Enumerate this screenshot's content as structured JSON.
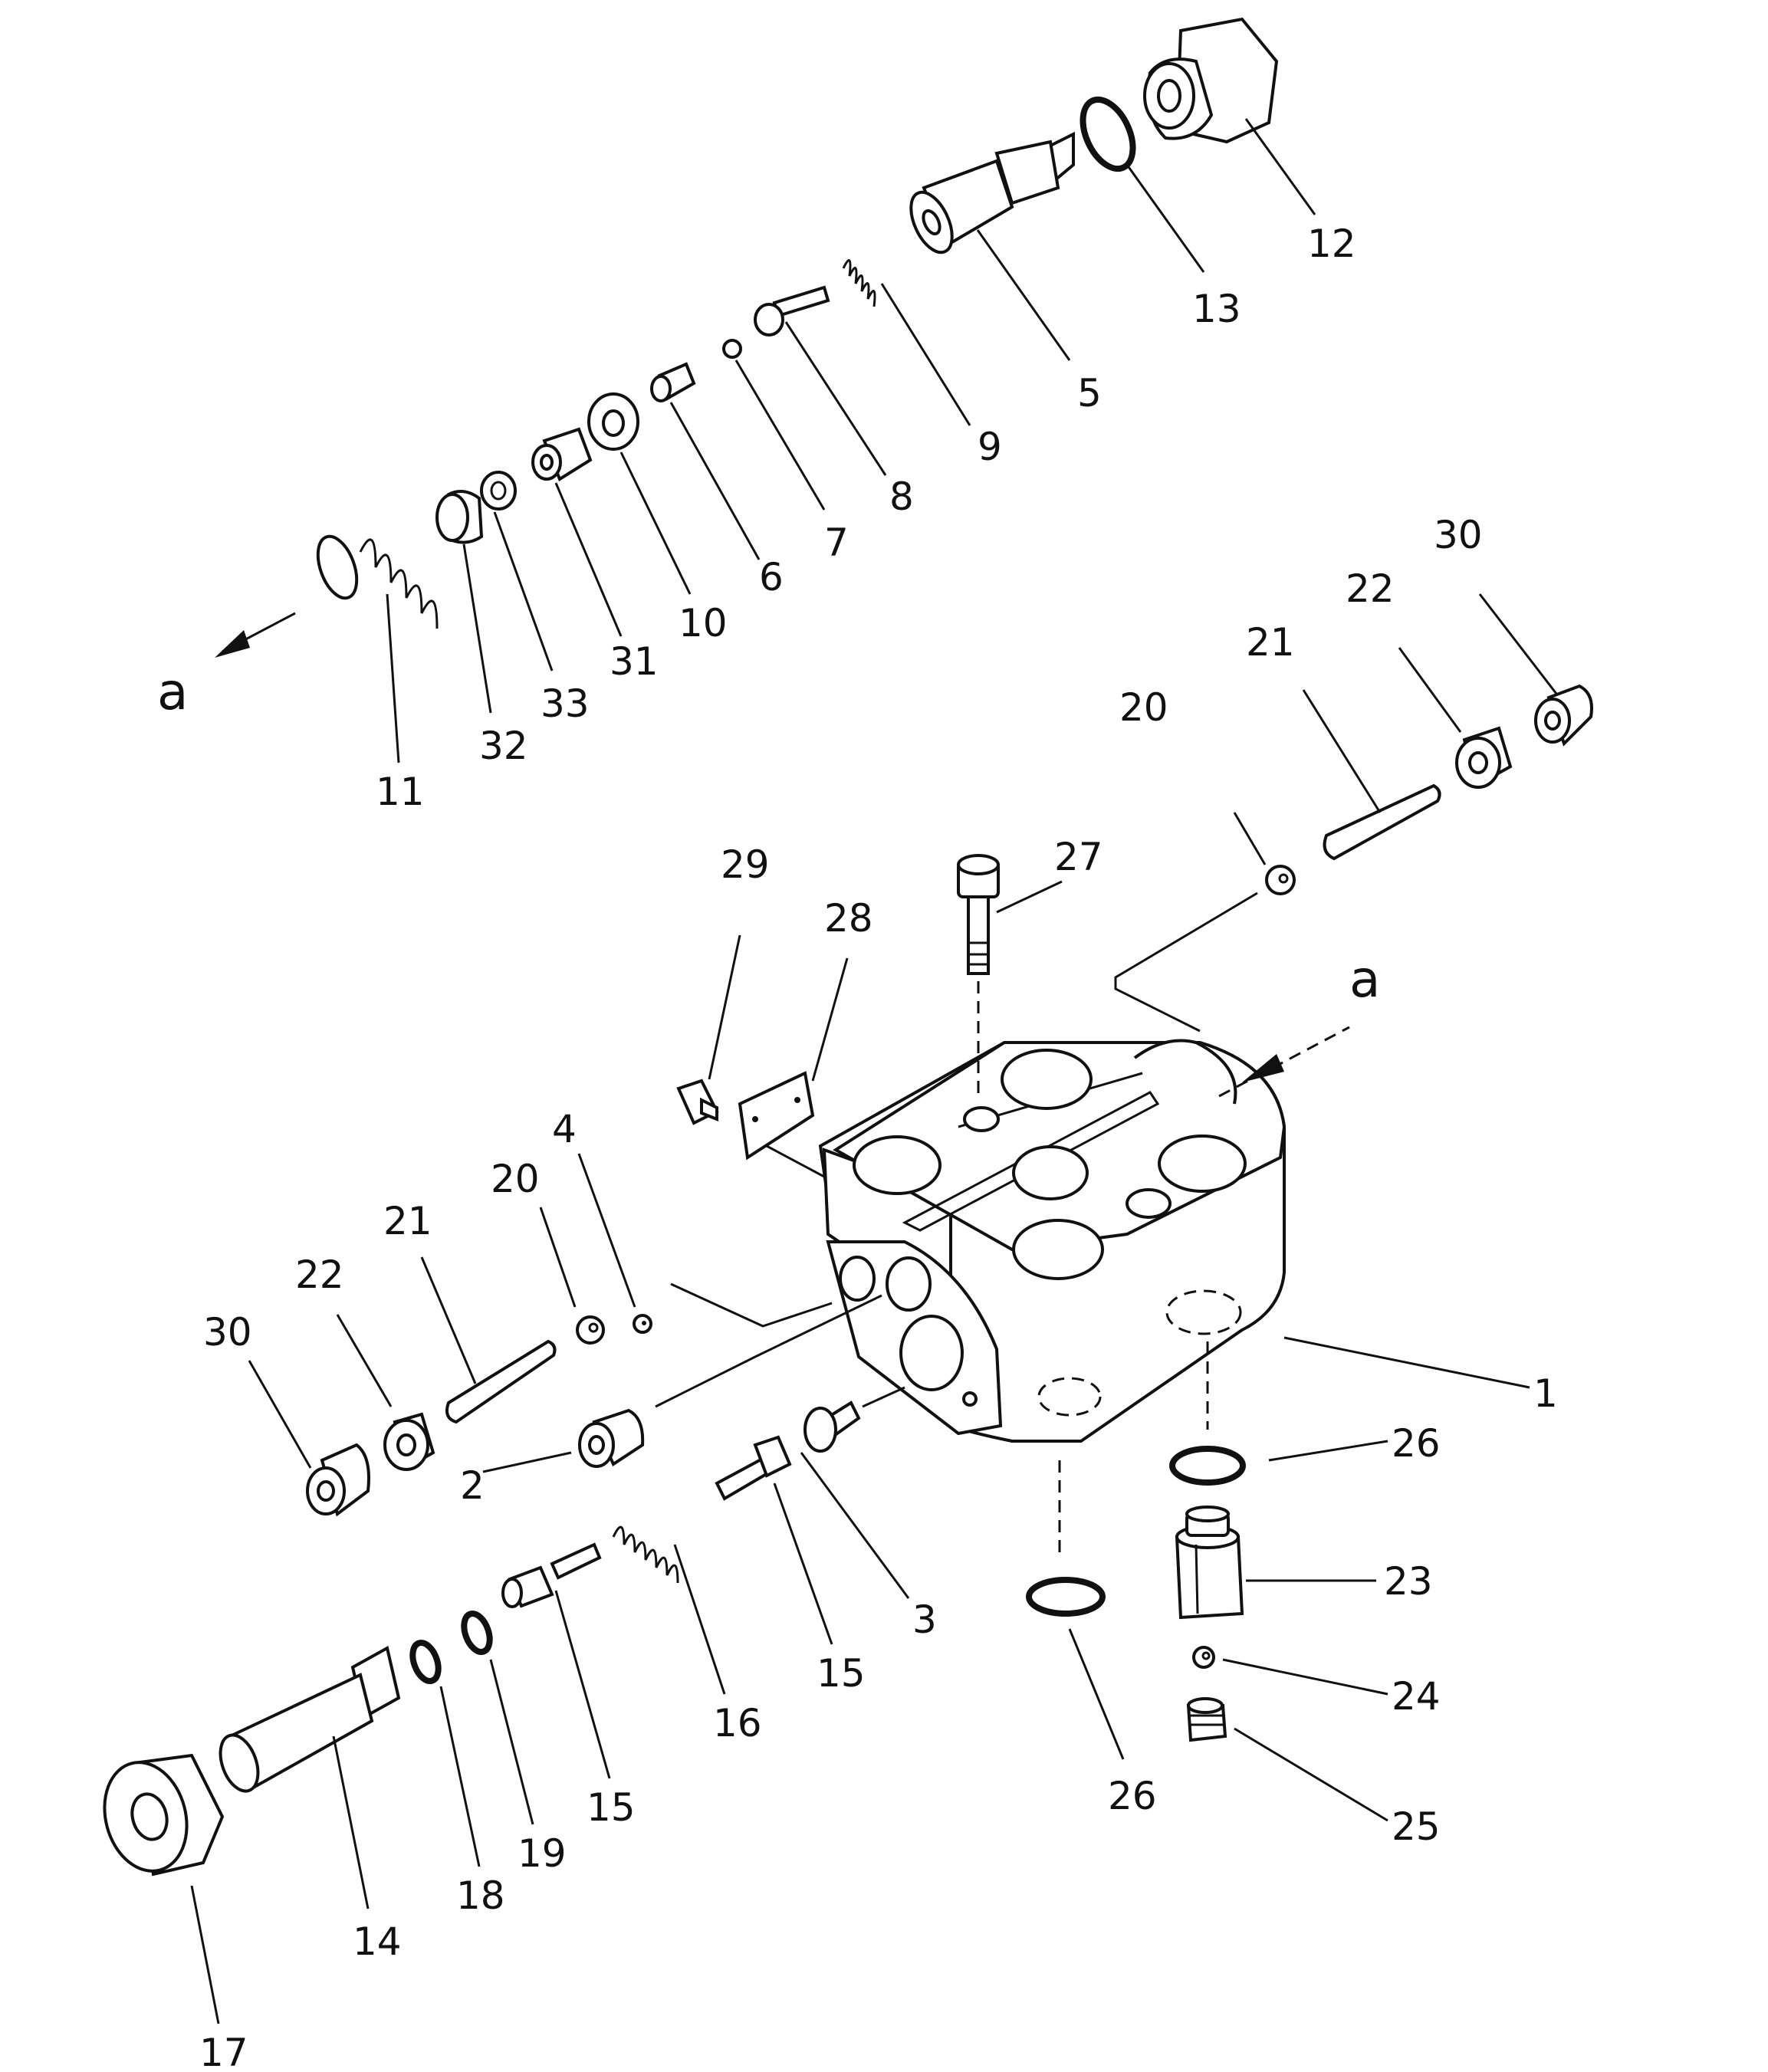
{
  "labels": {
    "p1": "1",
    "p2": "2",
    "p3": "3",
    "p4": "4",
    "p5": "5",
    "p6": "6",
    "p7": "7",
    "p8": "8",
    "p9": "9",
    "p10": "10",
    "p11": "11",
    "p12": "12",
    "p13": "13",
    "p14": "14",
    "p15a": "15",
    "p15b": "15",
    "p16": "16",
    "p17": "17",
    "p18": "18",
    "p19": "19",
    "p20a": "20",
    "p20b": "20",
    "p21a": "21",
    "p21b": "21",
    "p22a": "22",
    "p22b": "22",
    "p23": "23",
    "p24": "24",
    "p25": "25",
    "p26a": "26",
    "p26b": "26",
    "p27": "27",
    "p28": "28",
    "p29": "29",
    "p30a": "30",
    "p30b": "30",
    "p31": "31",
    "p32": "32",
    "p33": "33",
    "arrow_a_top": "a",
    "arrow_a_right": "a"
  }
}
